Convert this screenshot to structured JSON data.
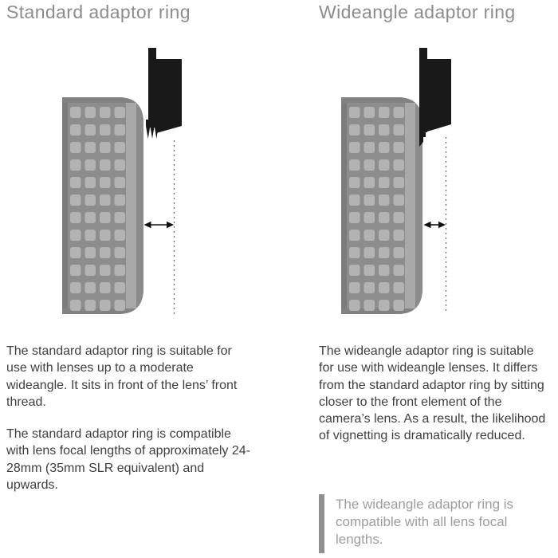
{
  "columns": {
    "standard": {
      "heading": "Standard adaptor ring",
      "paragraphs": [
        "The standard adaptor ring is suitable for use with lenses up to a moderate wideangle. It sits in front of the lens’ front thread.",
        "The standard adaptor ring is compatible with lens focal lengths of approximately 24-28mm (35mm SLR equivalent) and upwards."
      ]
    },
    "wideangle": {
      "heading": "Wideangle adaptor ring",
      "paragraphs": [
        "The wideangle adaptor ring is suitable for use with wideangle lenses. It differs from the standard adaptor ring by sitting closer to the front element of the camera’s lens. As a result, the likelihood of vignetting is dramatically reduced."
      ],
      "callout": "The wideangle adaptor ring is compatible with all lens focal lengths."
    }
  },
  "diagram": {
    "standard_illustration": "lens barrel with adaptor ring mounted in front of the lens front thread, dotted mount line, wide clearance arrow",
    "wideangle_illustration": "lens barrel with adaptor ring sitting closer to the lens front element, dotted mount line, narrow clearance arrow"
  },
  "colors": {
    "background": "#ffffff",
    "heading_text": "#8d8d8d",
    "body_text": "#3f3f3f",
    "callout_text": "#9d9d9d",
    "callout_bar": "#909090",
    "adaptor_ring": "#191919",
    "lens_body": "#979797"
  }
}
